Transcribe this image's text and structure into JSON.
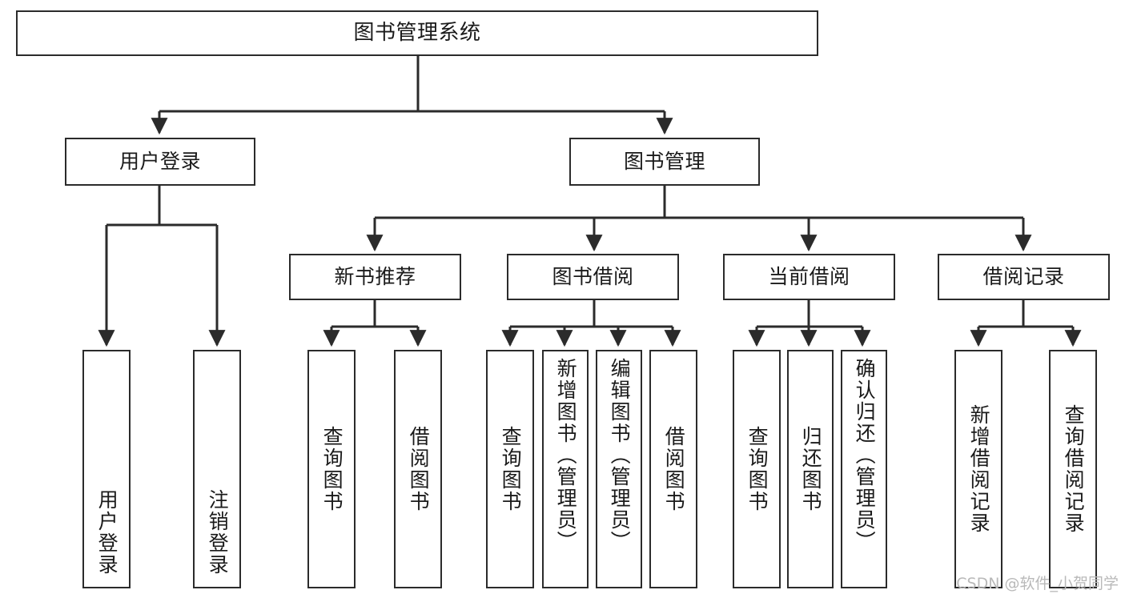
{
  "diagram": {
    "type": "tree",
    "title": "图书管理系统",
    "orientation": "top-down",
    "edge_style": "orthogonal-arrow",
    "colors": {
      "box_border": "#2b2b2b",
      "box_fill": "#ffffff",
      "edge": "#2b2b2b",
      "text": "#1a1a1a",
      "watermark": "#b9b9b9"
    },
    "root": {
      "id": "root",
      "label": "图书管理系统"
    },
    "level2": [
      {
        "id": "login",
        "label": "用户登录"
      },
      {
        "id": "bookmgmt",
        "label": "图书管理"
      }
    ],
    "level3": [
      {
        "id": "newbook",
        "label": "新书推荐"
      },
      {
        "id": "borrow",
        "label": "图书借阅"
      },
      {
        "id": "current",
        "label": "当前借阅"
      },
      {
        "id": "record",
        "label": "借阅记录"
      }
    ],
    "leaves": {
      "login": [
        {
          "id": "leaf-user-login",
          "label": "用户登录"
        },
        {
          "id": "leaf-logout",
          "label": "注销登录"
        }
      ],
      "newbook": [
        {
          "id": "leaf-query-book-1",
          "label": "查询图书"
        },
        {
          "id": "leaf-borrow-book-1",
          "label": "借阅图书"
        }
      ],
      "borrow": [
        {
          "id": "leaf-query-book-2",
          "label": "查询图书"
        },
        {
          "id": "leaf-add-book",
          "label": "新增图书（管理员）"
        },
        {
          "id": "leaf-edit-book",
          "label": "编辑图书（管理员）"
        },
        {
          "id": "leaf-borrow-book-2",
          "label": "借阅图书"
        }
      ],
      "current": [
        {
          "id": "leaf-query-book-3",
          "label": "查询图书"
        },
        {
          "id": "leaf-return-book",
          "label": "归还图书"
        },
        {
          "id": "leaf-confirm-return",
          "label": "确认归还（管理员）"
        }
      ],
      "record": [
        {
          "id": "leaf-add-record",
          "label": "新增借阅记录"
        },
        {
          "id": "leaf-query-record",
          "label": "查询借阅记录"
        }
      ]
    }
  },
  "watermark": {
    "text": "CSDN @软件_小贺同学"
  }
}
